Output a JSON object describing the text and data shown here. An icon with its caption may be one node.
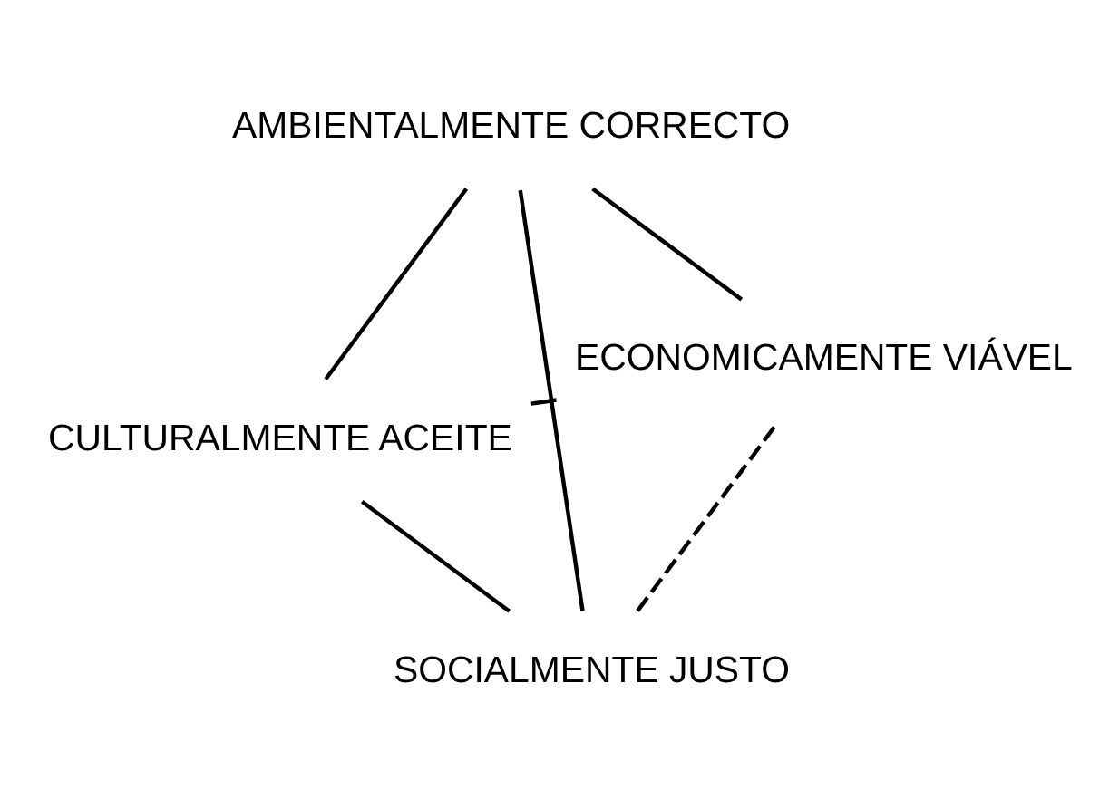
{
  "diagram": {
    "nodes": [
      {
        "text": [
          "CULTURALMENTE ACEITE"
        ]
      },
      {
        "text": [
          "ECONOMICAMENTE VIÁVEL"
        ]
      },
      {
        "text": [
          "SOCIALMENTE JUSTO"
        ]
      },
      {
        "text": [
          "AMBIENTALMENTE CORRECTO"
        ]
      }
    ],
    "edges": [
      {
        "from": 0,
        "to": 2,
        "arrow": "none"
      },
      {
        "from": 0,
        "to": 3,
        "arrow": "none"
      },
      {
        "from": 0,
        "to": 1,
        "arrow": "none"
      },
      {
        "from": 2,
        "to": 3,
        "arrow": "none"
      },
      {
        "from": 1,
        "to": 3,
        "arrow": "none"
      },
      {
        "from": 2,
        "to": 1,
        "arrow": "none",
        "style": "dashed"
      }
    ]
  }
}
